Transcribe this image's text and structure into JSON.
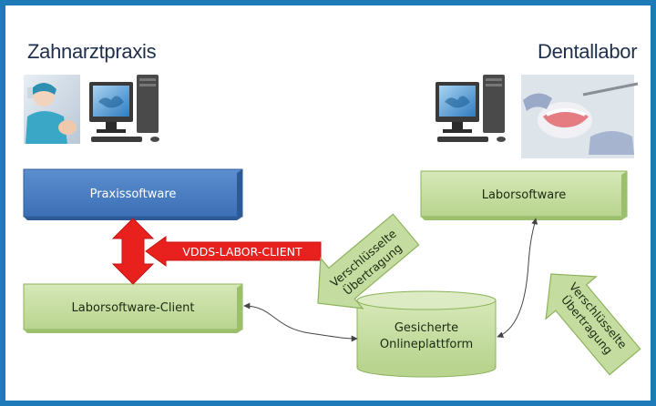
{
  "headings": {
    "left": "Zahnarztpraxis",
    "right": "Dentallabor"
  },
  "boxes": {
    "praxissoftware": "Praxissoftware",
    "laborsoftware": "Laborsoftware",
    "laborsoftware_client": "Laborsoftware-Client",
    "platform_line1": "Gesicherte",
    "platform_line2": "Onlineplattform"
  },
  "arrows": {
    "vdds": "VDDS-LABOR-CLIENT",
    "encrypted1_line1": "Verschlüsselte",
    "encrypted1_line2": "Übertragung",
    "encrypted2_line1": "Verschlüsselte",
    "encrypted2_line2": "Übertragung"
  },
  "icons": {
    "dentist": "dentist-photo-icon",
    "computer_left": "computer-icon",
    "computer_right": "computer-icon",
    "dental_lab": "dental-lab-photo-icon"
  },
  "colors": {
    "frame": "#1e7ab8",
    "praxis_box": "#4a7fc4",
    "green_box": "#c5dca0",
    "green_border": "#8cb35a",
    "red_arrow": "#e8211e",
    "heading": "#1f2f4a"
  }
}
